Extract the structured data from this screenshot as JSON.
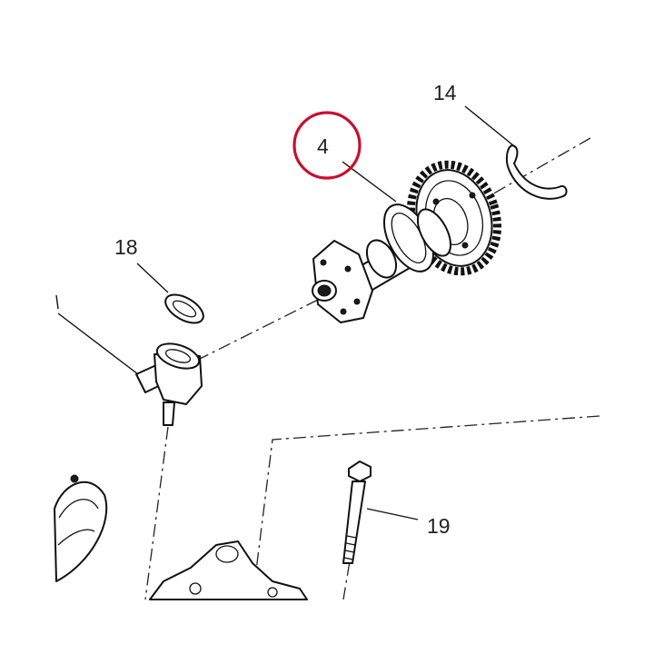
{
  "callouts": {
    "part_4": "4",
    "part_14": "14",
    "part_18": "18",
    "part_19": "19"
  },
  "highlight": {
    "color": "#c8102e",
    "target": "4"
  }
}
